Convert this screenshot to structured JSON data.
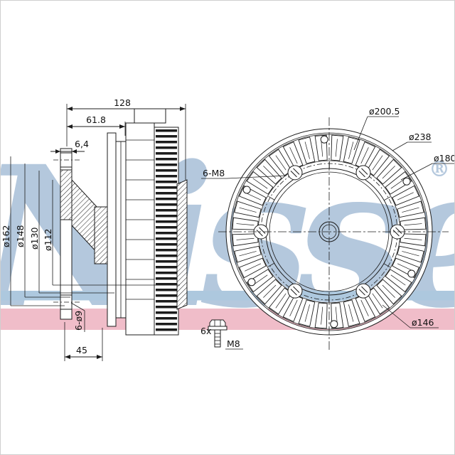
{
  "watermark": {
    "brand": "Nissen",
    "registered": "®",
    "color": "#b4c8dd"
  },
  "bands": {
    "blue": "#adc8de",
    "pink": "#f0bdc9"
  },
  "drawing": {
    "ink": "#1c1c1c",
    "side_view": {
      "dim_overall_width": "128",
      "dim_front_width": "61.8",
      "dim_flange": "6,4",
      "dim_rear": "45",
      "dia_labels": [
        "ø162",
        "ø148",
        "ø130",
        "ø112"
      ],
      "fan_holes": "6-ø9"
    },
    "front_view": {
      "thread_label": "6-M8",
      "dia_ring": "ø200.5",
      "dia_outer": "ø238",
      "dia_bolt_circle": "ø180",
      "dia_pilot": "ø146"
    },
    "hardware": {
      "qty": "6x",
      "thread": "M8"
    }
  }
}
